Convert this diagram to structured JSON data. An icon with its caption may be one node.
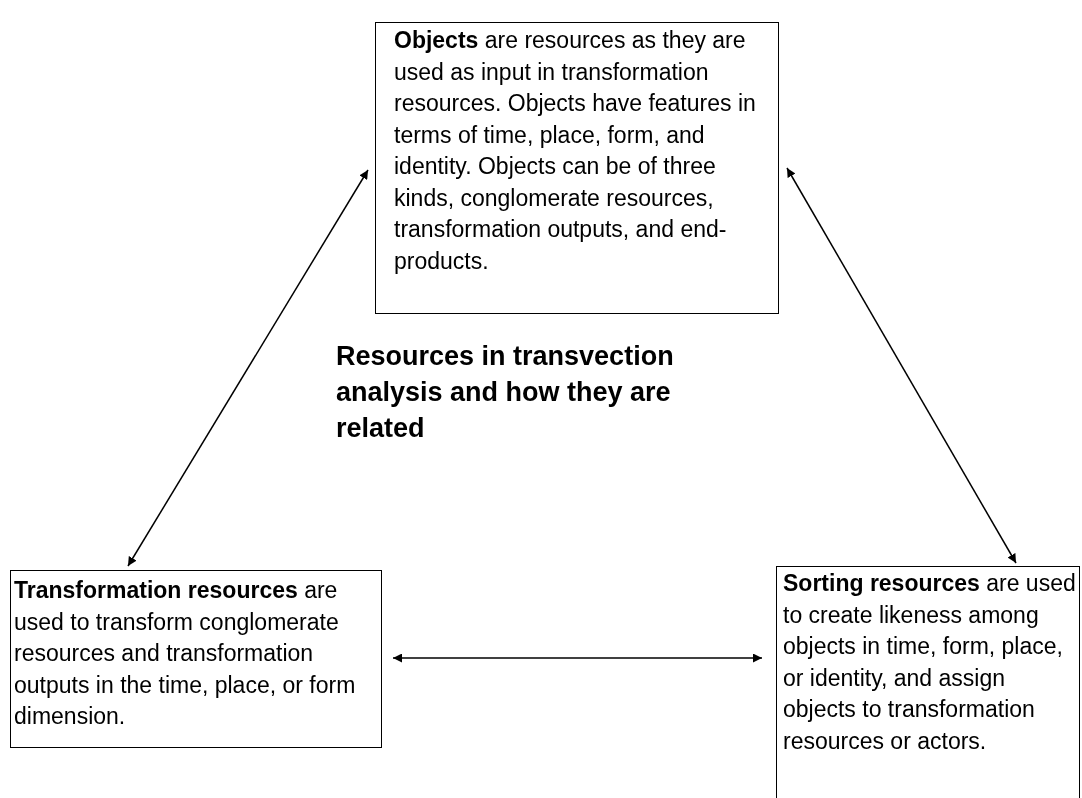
{
  "diagram": {
    "title": "Resources in transvection analysis and how they are related",
    "nodes": [
      {
        "text": [
          "**Objects** are resources as they are used as input in transformation resources. Objects have features in terms of time, place, form, and identity. Objects can be of three kinds, conglomerate resources, transformation outputs, and end-products."
        ]
      },
      {
        "text": [
          "**Transformation resources** are used to transform conglomerate resources and transformation outputs in the time, place, or form dimension."
        ]
      },
      {
        "text": [
          "**Sorting resources** are used to create likeness among objects in time, form, place, or identity, and assign objects to transformation resources or actors."
        ]
      }
    ],
    "edges": [
      {
        "from": 0,
        "to": 1,
        "arrow": "both"
      },
      {
        "from": 0,
        "to": 2,
        "arrow": "both"
      },
      {
        "from": 1,
        "to": 2,
        "arrow": "both"
      }
    ]
  }
}
